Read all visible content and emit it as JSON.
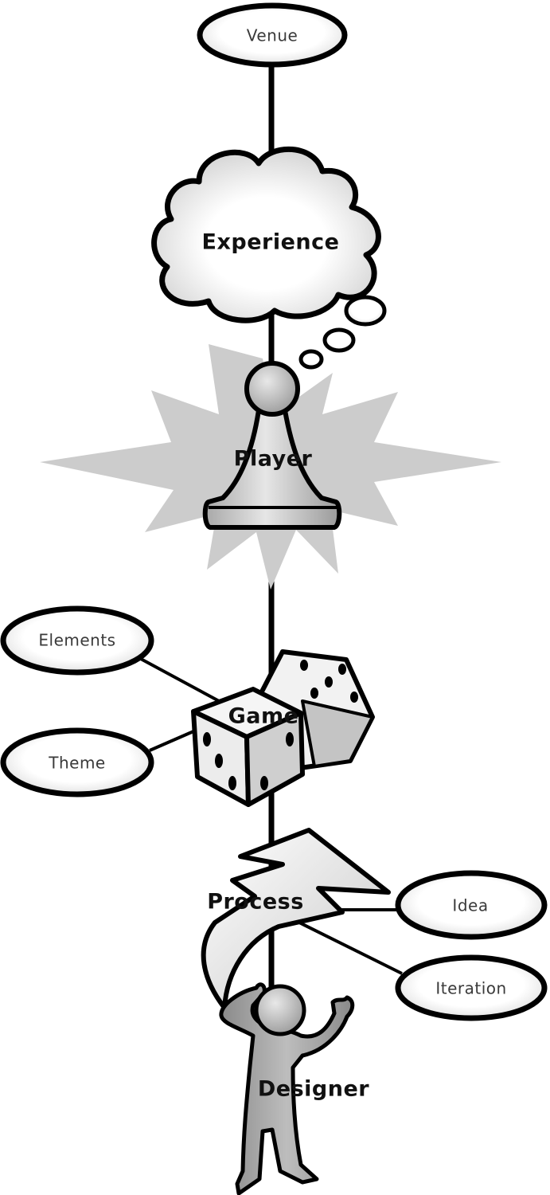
{
  "nodes": {
    "venue": "Venue",
    "experience": "Experience",
    "player": "Player",
    "elements": "Elements",
    "theme": "Theme",
    "game": "Game",
    "process": "Process",
    "idea": "Idea",
    "iteration": "Iteration",
    "designer": "Designer"
  },
  "icons": {
    "experience": "thought-cloud-icon",
    "player": "pawn-icon",
    "game": "dice-icon",
    "process": "lightning-icon",
    "designer": "person-thinking-icon"
  },
  "colors": {
    "stroke": "#000000",
    "fill_light": "#ffffff",
    "fill_mid": "#d4d4d4",
    "burst": "#cccccc",
    "figure": "#9e9e9e"
  }
}
